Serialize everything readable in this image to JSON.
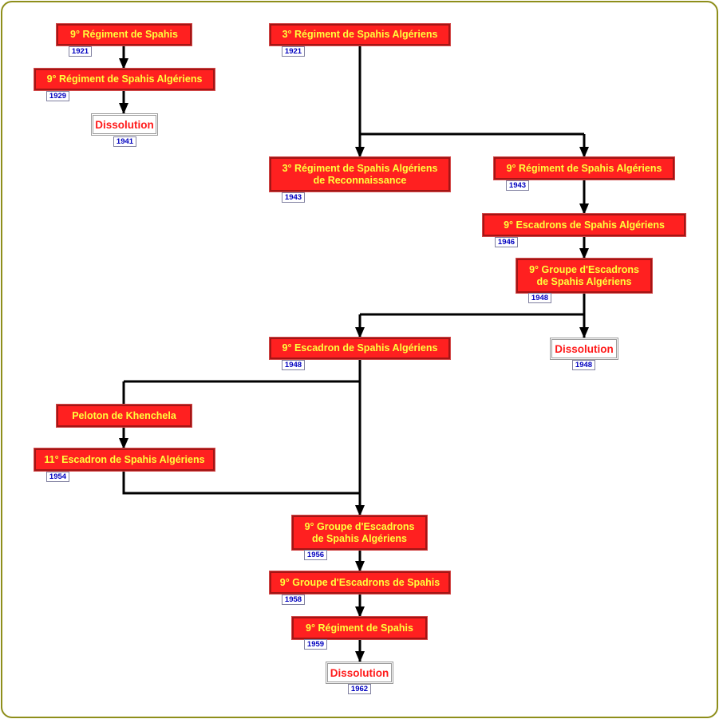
{
  "colors": {
    "frame": "#8e8e1b",
    "box_fill": "#ff2020",
    "box_text": "#ffff3c",
    "dissolution_text": "#ff1a1a",
    "year_text": "#0000c0",
    "link": "#000000"
  },
  "nodes": {
    "n1": {
      "label": "9° Régiment de Spahis",
      "year": "1921"
    },
    "n2": {
      "label": "9° Régiment de Spahis Algériens",
      "year": "1929"
    },
    "n3": {
      "label": "Dissolution",
      "year": "1941"
    },
    "n4": {
      "label": "3° Régiment de Spahis Algériens",
      "year": "1921"
    },
    "n5": {
      "label": "3° Régiment de Spahis Algériens\nde Reconnaissance",
      "year": "1943"
    },
    "n6": {
      "label": "9° Régiment de Spahis Algériens",
      "year": "1943"
    },
    "n7": {
      "label": "9° Escadrons de Spahis Algériens",
      "year": "1946"
    },
    "n8": {
      "label": "9° Groupe d'Escadrons\nde Spahis Algériens",
      "year": "1948"
    },
    "n9": {
      "label": "9° Escadron de Spahis Algériens",
      "year": "1948"
    },
    "n10": {
      "label": "Dissolution",
      "year": "1948"
    },
    "n11": {
      "label": "Peloton de Khenchela"
    },
    "n12": {
      "label": "11° Escadron de Spahis Algériens",
      "year": "1954"
    },
    "n13": {
      "label": "9° Groupe d'Escadrons\nde Spahis Algériens",
      "year": "1956"
    },
    "n14": {
      "label": "9° Groupe d'Escadrons de Spahis",
      "year": "1958"
    },
    "n15": {
      "label": "9° Régiment de Spahis",
      "year": "1959"
    },
    "n16": {
      "label": "Dissolution",
      "year": "1962"
    }
  }
}
